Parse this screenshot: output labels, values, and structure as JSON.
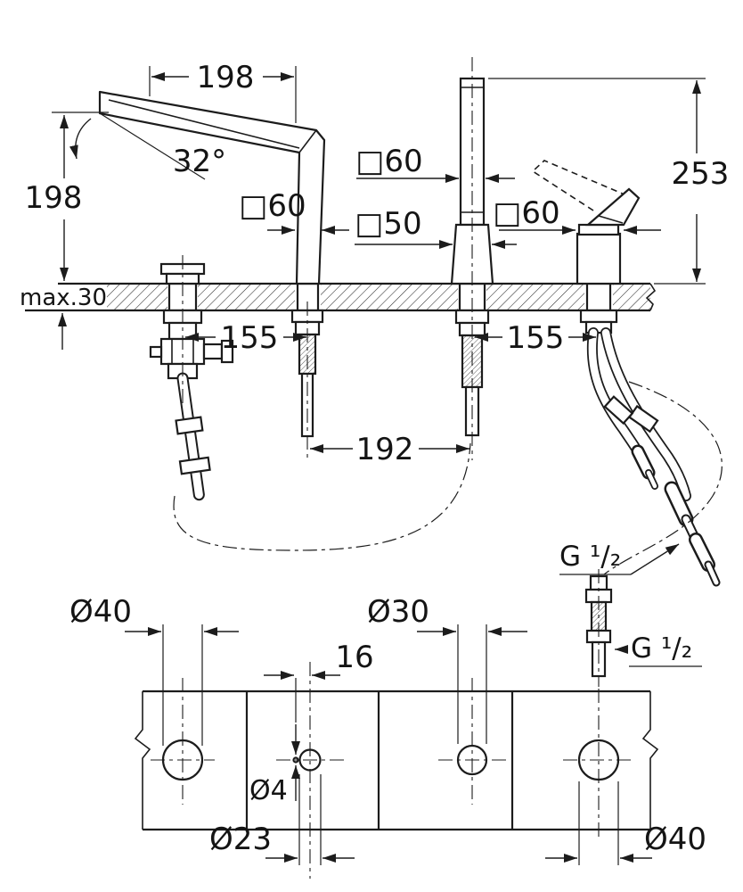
{
  "colors": {
    "line": "#1c1c1c",
    "background": "#ffffff"
  },
  "side_view": {
    "spout_reach": "198",
    "spout_angle": "32°",
    "spout_height": "198",
    "deck_thickness": "max.30",
    "spout_base_square": "□60",
    "shower_square": "□60",
    "shower_base_square": "□50",
    "mixer_square": "□60",
    "overall_height": "253",
    "shank_left": "155",
    "shank_right": "155",
    "spout_shower_distance": "192",
    "thread_upper": "G ¹/₂",
    "thread_lower": "G ¹/₂"
  },
  "plan_view": {
    "hole_valve": "Ø40",
    "hole_shower": "Ø30",
    "pin_offset": "16",
    "pin_hole": "Ø4",
    "hole_spout": "Ø23",
    "hole_mixer": "Ø40"
  }
}
